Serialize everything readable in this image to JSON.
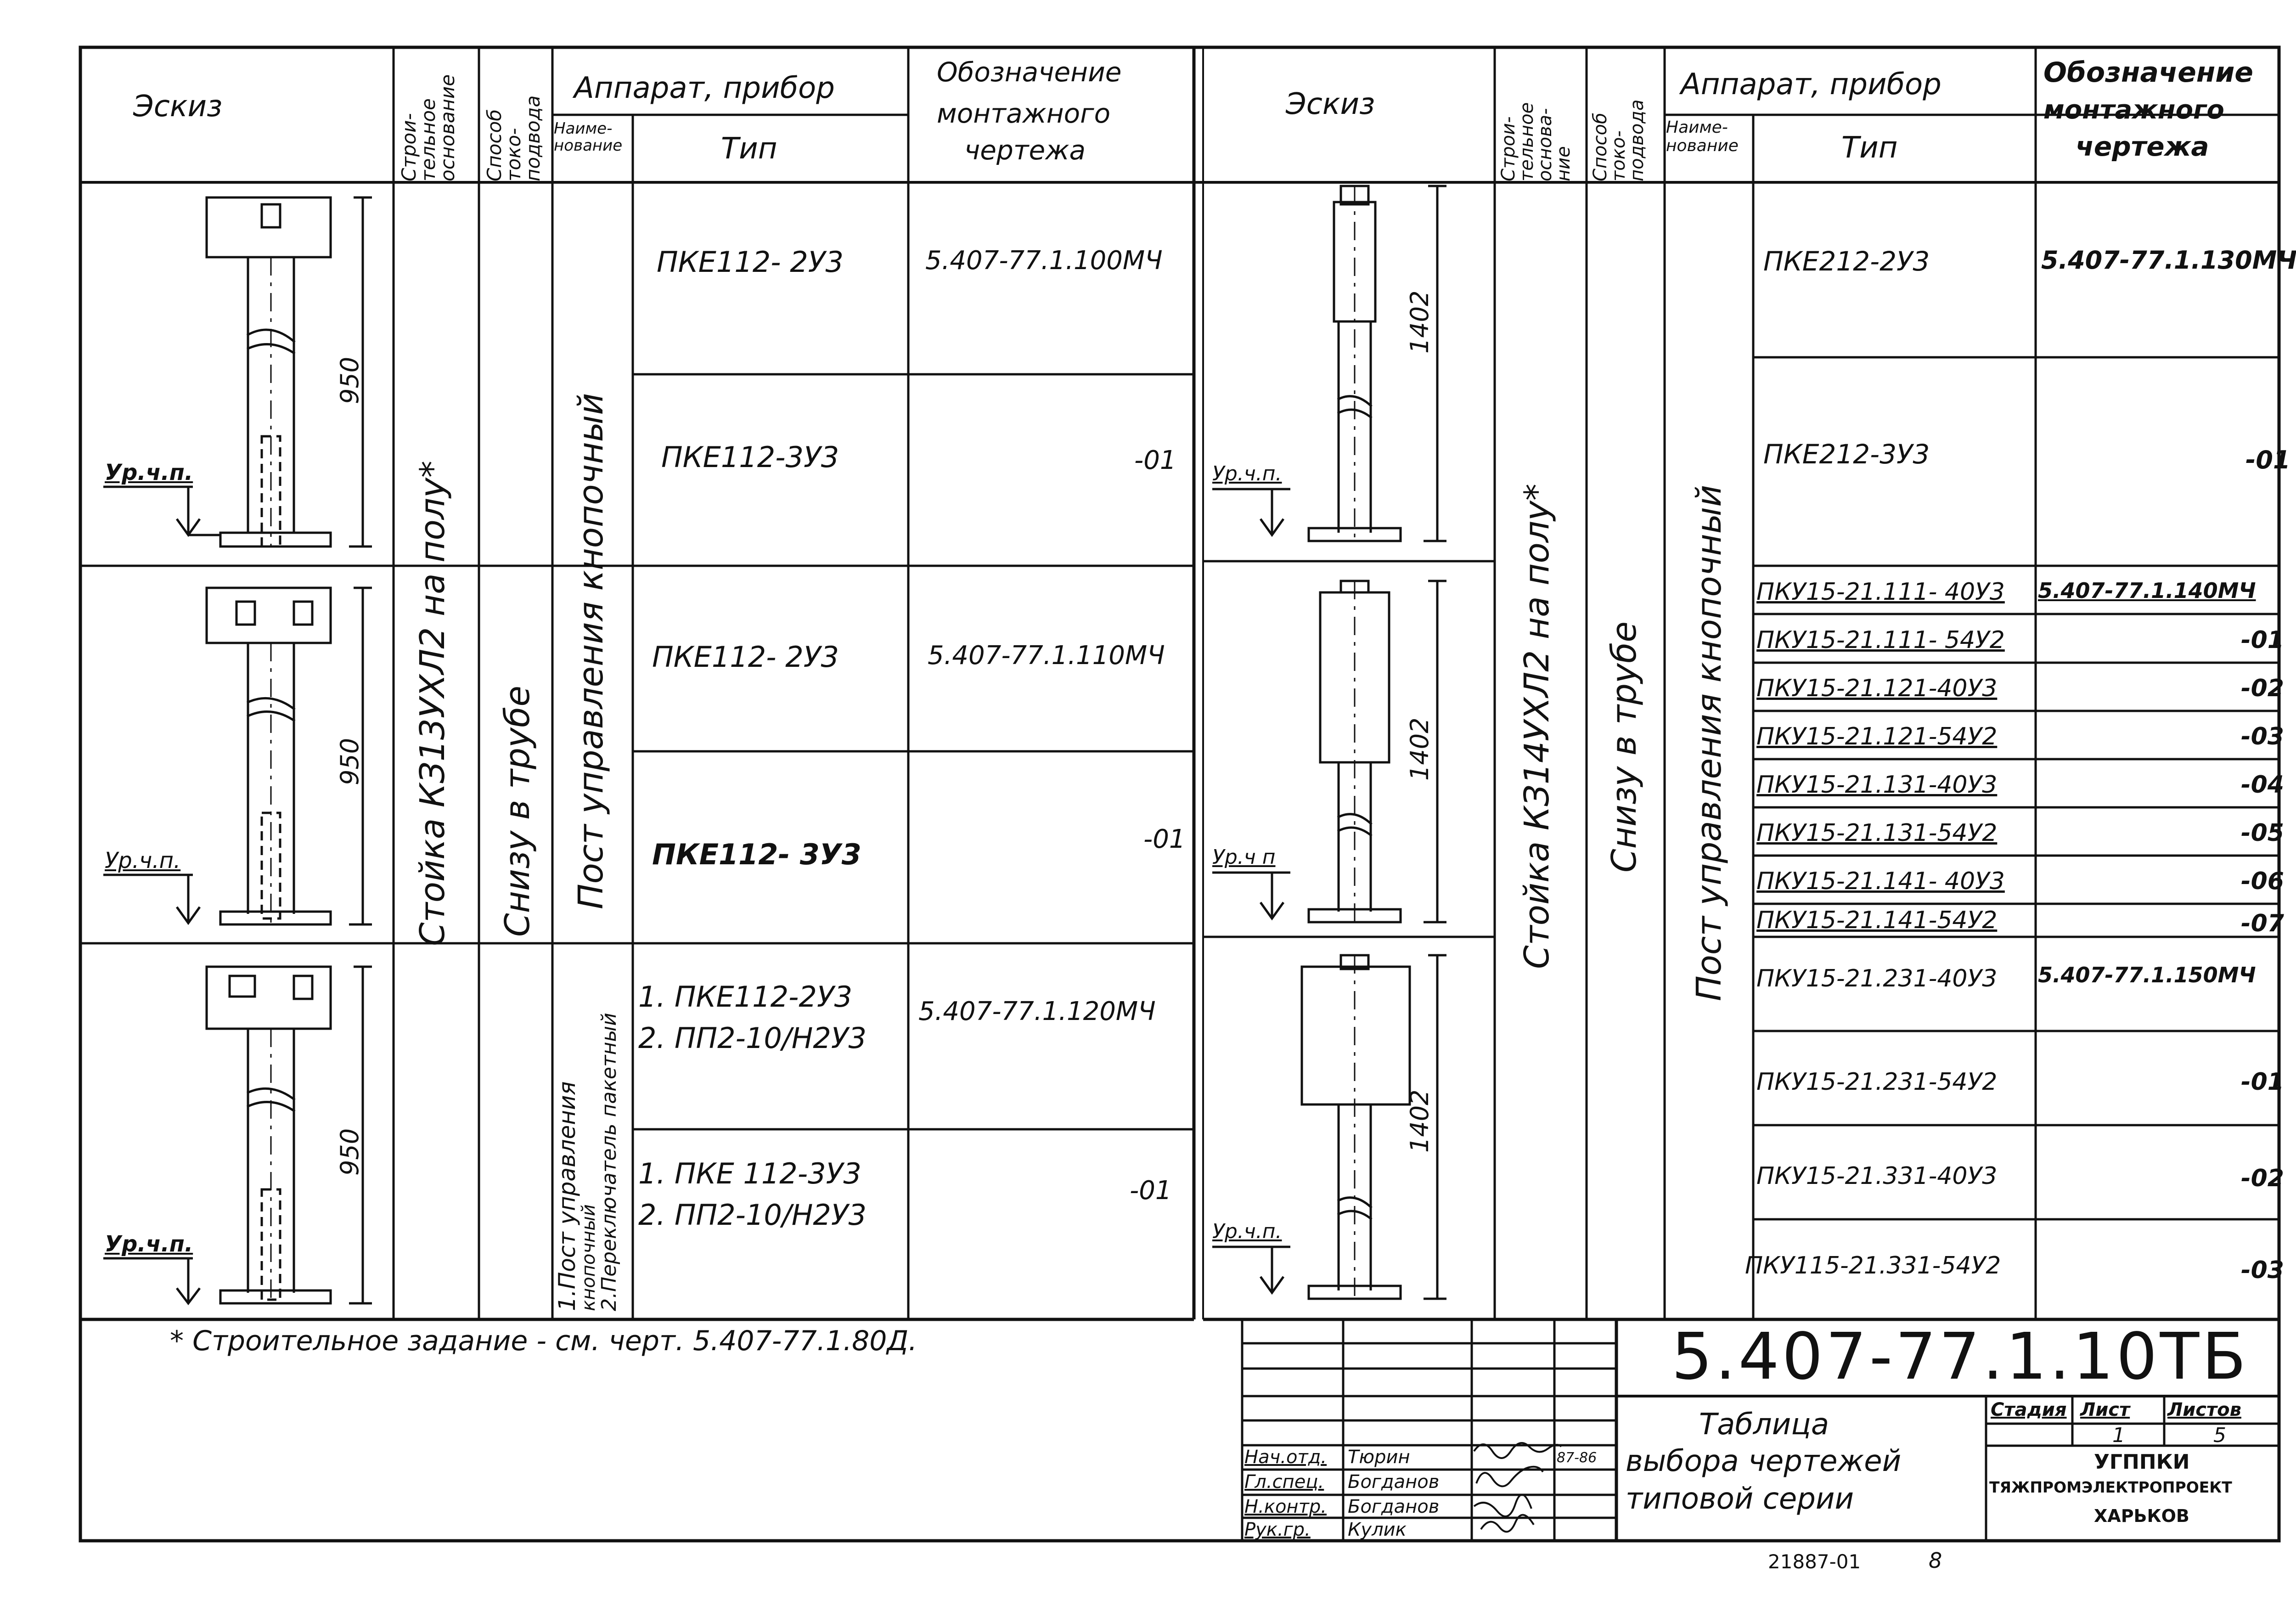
{
  "header": {
    "sketch": "Эскиз",
    "base": "Строи-\nтельное\nоснование",
    "feed": "Способ\nтоко-\nподвода",
    "apparatus": "Аппарат, прибор",
    "name": "Наиме-\nнование",
    "type": "Тип",
    "drawing_line1": "Обозначение",
    "drawing_line2": "монтажного",
    "drawing_line3": "чертежа"
  },
  "header_right": {
    "base": "Строи-\nтельное\nоснова-\nние"
  },
  "left": {
    "base_text": "Стойка КЗ13УХЛ2 на полу*",
    "feed_text": "Снизу в трубе",
    "name1": "Пост управления кнопочный",
    "name2_line1": "1.Пост управления",
    "name2_line2": "кнопочный",
    "name2_line3": "2.Переключатель пакетный",
    "level_label": "Ур.ч.п.",
    "level_label_2": "Ур.ч.п.",
    "dim": "950",
    "rows": [
      {
        "type": "ПКЕ112- 2У3",
        "code": "5.407-77.1.100МЧ"
      },
      {
        "type": "ПКЕ112-3У3",
        "code": "-01"
      },
      {
        "type": "ПКЕ112- 2У3",
        "code": "5.407-77.1.110МЧ"
      },
      {
        "type": "ПКЕ112- 3У3",
        "code": "-01"
      },
      {
        "type1": "1. ПКЕ112-2У3",
        "type2": "2. ПП2-10/Н2У3",
        "code": "5.407-77.1.120МЧ"
      },
      {
        "type1": "1. ПКЕ 112-3У3",
        "type2": "2. ПП2-10/Н2У3",
        "code": "-01"
      }
    ]
  },
  "right": {
    "base_text": "Стойка КЗ14УХЛ2 на полу*",
    "feed_text": "Снизу в трубе",
    "name_text": "Пост управления кнопочный",
    "level_label": "Ур.ч.п.",
    "level_label_2": "Ур.ч п",
    "dim": "1402",
    "rows": [
      {
        "type": "ПКЕ212-2У3",
        "code": "5.407-77.1.130МЧ"
      },
      {
        "type": "ПКЕ212-3У3",
        "code": "-01"
      },
      {
        "type": "ПКУ15-21.111- 40У3",
        "code": "5.407-77.1.140МЧ"
      },
      {
        "type": "ПКУ15-21.111- 54У2",
        "code": "-01"
      },
      {
        "type": "ПКУ15-21.121-40У3",
        "code": "-02"
      },
      {
        "type": "ПКУ15-21.121-54У2",
        "code": "-03"
      },
      {
        "type": "ПКУ15-21.131-40У3",
        "code": "-04"
      },
      {
        "type": "ПКУ15-21.131-54У2",
        "code": "-05"
      },
      {
        "type": "ПКУ15-21.141- 40У3",
        "code": "-06"
      },
      {
        "type": "ПКУ15-21.141-54У2",
        "code": "-07"
      },
      {
        "type": "ПКУ15-21.231-40У3",
        "code": "5.407-77.1.150МЧ"
      },
      {
        "type": "ПКУ15-21.231-54У2",
        "code": "-01"
      },
      {
        "type": "ПКУ15-21.331-40У3",
        "code": "-02"
      },
      {
        "type": "ПКУ115-21.331-54У2",
        "code": "-03"
      }
    ]
  },
  "footnote": "* Строительное задание - см. черт. 5.407-77.1.80Д.",
  "title_block": {
    "doc_code": "5.407-77.1.10ТБ",
    "title_line1": "Таблица",
    "title_line2": "выбора чертежей",
    "title_line3": "типовой серии",
    "stage_label": "Стадия",
    "sheet_label": "Лист",
    "sheets_label": "Листов",
    "sheet_value": "1",
    "sheets_value": "5",
    "org_line1": "УГППКИ",
    "org_line2": "ТЯЖПРОМЭЛЕКТРОПРОЕКТ",
    "org_line3": "ХАРЬКОВ",
    "date": "87-86",
    "signers": [
      {
        "role": "Нач.отд.",
        "name": "Тюрин"
      },
      {
        "role": "Гл.спец.",
        "name": "Богданов"
      },
      {
        "role": "Н.контр.",
        "name": "Богданов"
      },
      {
        "role": "Рук.гр.",
        "name": "Кулик"
      }
    ]
  },
  "bottom_number": "21887-01",
  "bottom_page": "8"
}
